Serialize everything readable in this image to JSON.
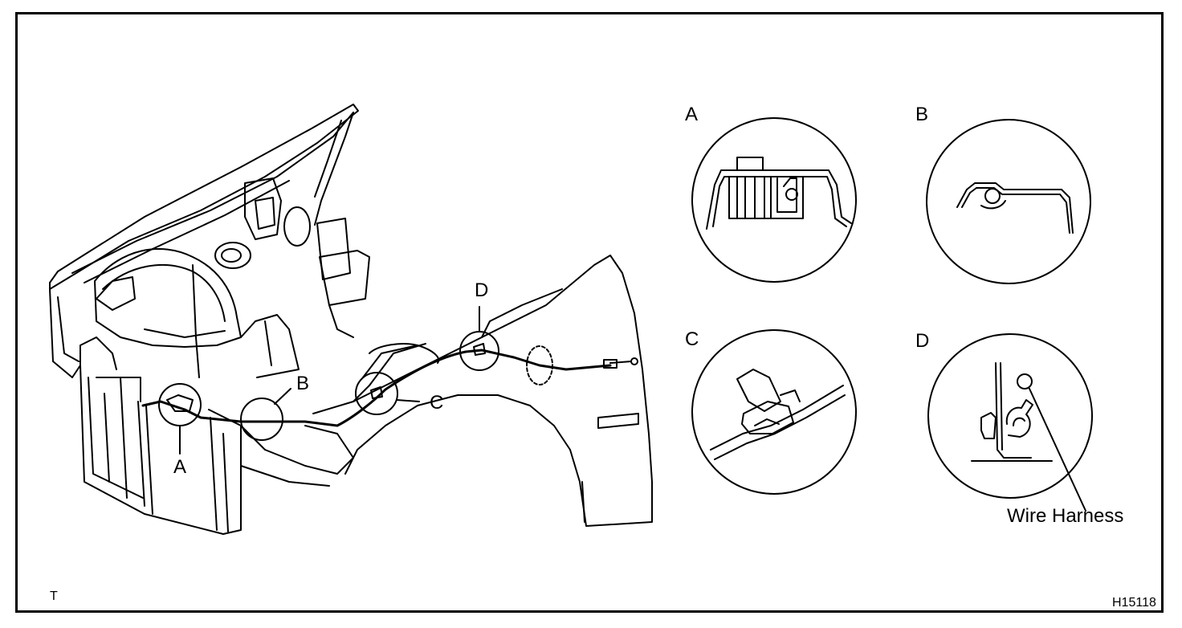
{
  "callouts": {
    "main_a": "A",
    "main_b": "B",
    "main_c": "C",
    "main_d": "D"
  },
  "details": [
    {
      "letter": "A"
    },
    {
      "letter": "B"
    },
    {
      "letter": "C"
    },
    {
      "letter": "D"
    }
  ],
  "annotation": "Wire Harness",
  "corner_mark": "T",
  "figure_code": "H15118",
  "colors": {
    "line": "#000000",
    "background": "#ffffff"
  }
}
